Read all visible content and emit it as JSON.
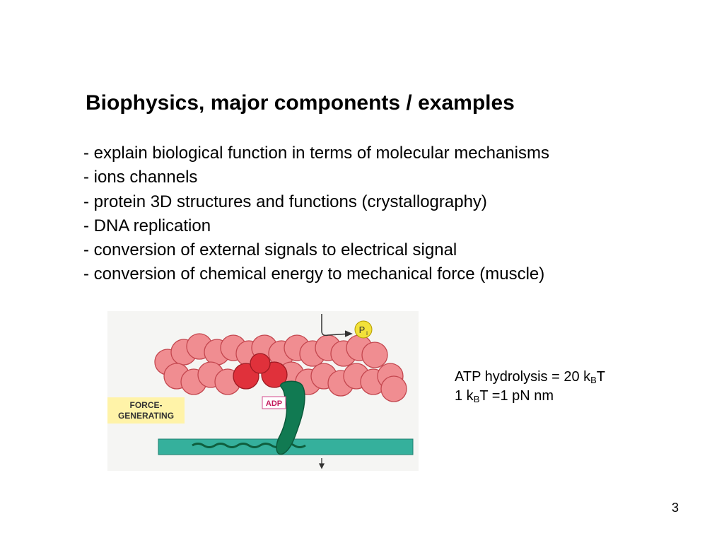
{
  "slide": {
    "title": "Biophysics, major components / examples",
    "bullets": [
      "- explain biological function in terms of molecular mechanisms",
      "- ions channels",
      "- protein 3D structures and functions (crystallography)",
      "- DNA replication",
      "- conversion of external signals to electrical signal",
      "- conversion of chemical energy to mechanical force (muscle)"
    ],
    "figure": {
      "label_line1": "FORCE-",
      "label_line2": "GENERATING",
      "adp_label": "ADP",
      "pi_label_main": "P",
      "pi_label_sub": "i"
    },
    "equations": {
      "line1_prefix": "ATP hydrolysis = 20 k",
      "line1_sub": "B",
      "line1_suffix": "T",
      "line2_prefix": "1 k",
      "line2_sub": "B",
      "line2_suffix": "T  =1 pN nm"
    },
    "page_number": "3"
  }
}
